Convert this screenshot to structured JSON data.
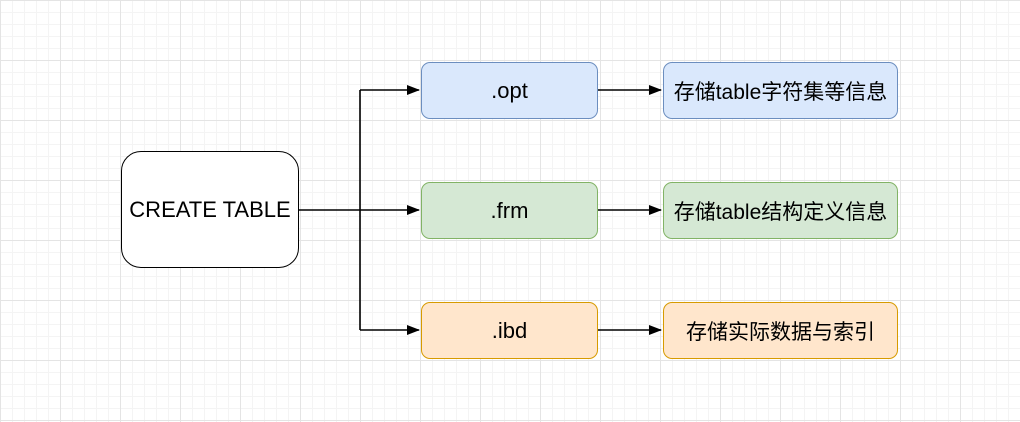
{
  "diagram": {
    "root": {
      "label": "CREATE TABLE",
      "fill": "#ffffff",
      "border": "#000000"
    },
    "rows": [
      {
        "file": ".opt",
        "desc": "存储table字符集等信息",
        "fill": "#dae8fc",
        "border": "#6c8ebf"
      },
      {
        "file": ".frm",
        "desc": "存储table结构定义信息",
        "fill": "#d5e8d4",
        "border": "#82b366"
      },
      {
        "file": ".ibd",
        "desc": "存储实际数据与索引",
        "fill": "#ffe6cc",
        "border": "#d79b00"
      }
    ],
    "connector_color": "#000000"
  }
}
